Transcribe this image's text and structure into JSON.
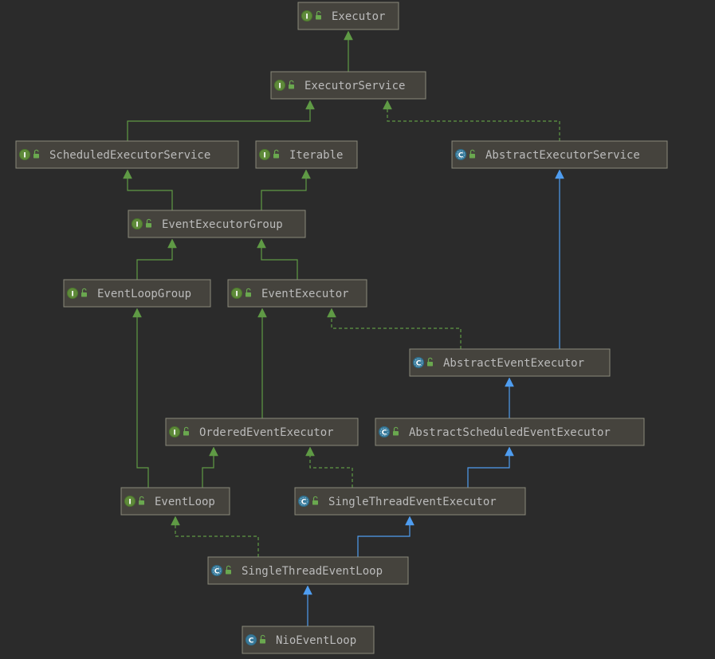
{
  "colors": {
    "background": "#2b2b2b",
    "interface_badge": "#5f8a3a",
    "class_badge": "#3a7a9a",
    "extends_edge": "#4f9df0",
    "implements_edge": "#5f9a45",
    "lock": "#6aa84f"
  },
  "legend_glyphs": {
    "interface": "I",
    "class": "C"
  },
  "nodes": [
    {
      "id": "Executor",
      "label": "Executor",
      "kind": "interface",
      "icon": "interface-badge-icon"
    },
    {
      "id": "ExecutorService",
      "label": "ExecutorService",
      "kind": "interface",
      "icon": "interface-badge-icon"
    },
    {
      "id": "ScheduledExecutorService",
      "label": "ScheduledExecutorService",
      "kind": "interface",
      "icon": "interface-badge-icon"
    },
    {
      "id": "Iterable",
      "label": "Iterable",
      "kind": "interface",
      "icon": "interface-badge-icon"
    },
    {
      "id": "AbstractExecutorService",
      "label": "AbstractExecutorService",
      "kind": "class",
      "icon": "abstract-class-badge-icon"
    },
    {
      "id": "EventExecutorGroup",
      "label": "EventExecutorGroup",
      "kind": "interface",
      "icon": "interface-badge-icon"
    },
    {
      "id": "EventLoopGroup",
      "label": "EventLoopGroup",
      "kind": "interface",
      "icon": "interface-badge-icon"
    },
    {
      "id": "EventExecutor",
      "label": "EventExecutor",
      "kind": "interface",
      "icon": "interface-badge-icon"
    },
    {
      "id": "AbstractEventExecutor",
      "label": "AbstractEventExecutor",
      "kind": "class",
      "icon": "abstract-class-badge-icon"
    },
    {
      "id": "OrderedEventExecutor",
      "label": "OrderedEventExecutor",
      "kind": "interface",
      "icon": "interface-badge-icon"
    },
    {
      "id": "AbstractScheduledEventExecutor",
      "label": "AbstractScheduledEventExecutor",
      "kind": "class",
      "icon": "abstract-class-badge-icon"
    },
    {
      "id": "EventLoop",
      "label": "EventLoop",
      "kind": "interface",
      "icon": "interface-badge-icon"
    },
    {
      "id": "SingleThreadEventExecutor",
      "label": "SingleThreadEventExecutor",
      "kind": "class",
      "icon": "abstract-class-badge-icon"
    },
    {
      "id": "SingleThreadEventLoop",
      "label": "SingleThreadEventLoop",
      "kind": "class",
      "icon": "abstract-class-badge-icon"
    },
    {
      "id": "NioEventLoop",
      "label": "NioEventLoop",
      "kind": "class",
      "icon": "class-badge-icon"
    }
  ],
  "edges": [
    {
      "from": "ExecutorService",
      "to": "Executor",
      "type": "interface-extends"
    },
    {
      "from": "ScheduledExecutorService",
      "to": "ExecutorService",
      "type": "interface-extends"
    },
    {
      "from": "AbstractExecutorService",
      "to": "ExecutorService",
      "type": "implements"
    },
    {
      "from": "EventExecutorGroup",
      "to": "ScheduledExecutorService",
      "type": "interface-extends"
    },
    {
      "from": "EventExecutorGroup",
      "to": "Iterable",
      "type": "interface-extends"
    },
    {
      "from": "EventLoopGroup",
      "to": "EventExecutorGroup",
      "type": "interface-extends"
    },
    {
      "from": "EventExecutor",
      "to": "EventExecutorGroup",
      "type": "interface-extends"
    },
    {
      "from": "AbstractEventExecutor",
      "to": "EventExecutor",
      "type": "implements"
    },
    {
      "from": "AbstractEventExecutor",
      "to": "AbstractExecutorService",
      "type": "class-extends"
    },
    {
      "from": "OrderedEventExecutor",
      "to": "EventExecutor",
      "type": "interface-extends"
    },
    {
      "from": "AbstractScheduledEventExecutor",
      "to": "AbstractEventExecutor",
      "type": "class-extends"
    },
    {
      "from": "EventLoop",
      "to": "EventLoopGroup",
      "type": "interface-extends"
    },
    {
      "from": "EventLoop",
      "to": "OrderedEventExecutor",
      "type": "interface-extends"
    },
    {
      "from": "SingleThreadEventExecutor",
      "to": "OrderedEventExecutor",
      "type": "implements"
    },
    {
      "from": "SingleThreadEventExecutor",
      "to": "AbstractScheduledEventExecutor",
      "type": "class-extends"
    },
    {
      "from": "SingleThreadEventLoop",
      "to": "EventLoop",
      "type": "implements"
    },
    {
      "from": "SingleThreadEventLoop",
      "to": "SingleThreadEventExecutor",
      "type": "class-extends"
    },
    {
      "from": "NioEventLoop",
      "to": "SingleThreadEventLoop",
      "type": "class-extends"
    }
  ]
}
